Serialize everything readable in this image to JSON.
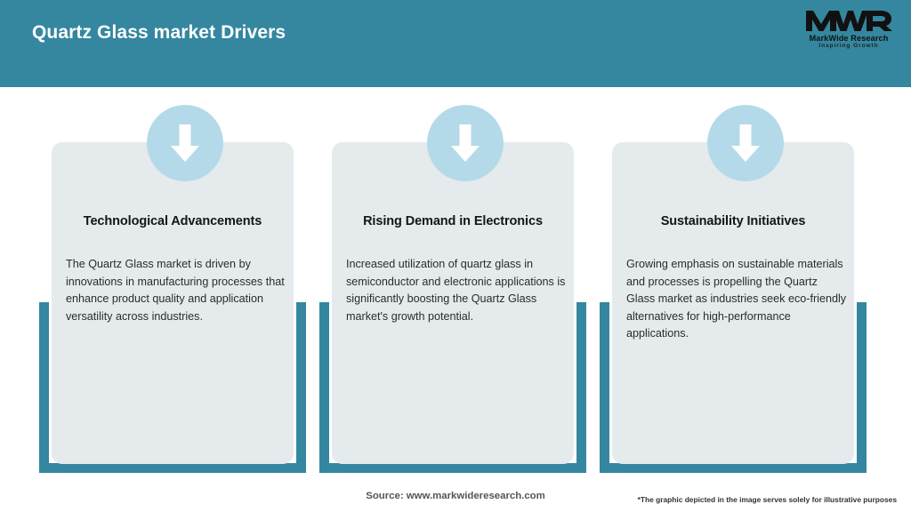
{
  "header": {
    "title": "Quartz Glass market Drivers",
    "background_color": "#34879f",
    "title_color": "#ffffff"
  },
  "logo": {
    "mark": "MWR",
    "name": "MarkWide Research",
    "tagline": "Inspiring Growth"
  },
  "theme": {
    "accent_teal": "#34879f",
    "icon_circle_blue": "#b4dae9",
    "card_background": "#e5eaec",
    "arrow_white": "#ffffff"
  },
  "cards": [
    {
      "icon": "down-arrow-icon",
      "title": "Technological Advancements",
      "body": "The Quartz Glass market is driven by innovations in manufacturing processes that enhance product quality and application versatility across industries."
    },
    {
      "icon": "down-arrow-icon",
      "title": "Rising Demand in Electronics",
      "body": "Increased utilization of quartz glass in semiconductor and electronic applications is significantly boosting the Quartz Glass market's growth potential."
    },
    {
      "icon": "down-arrow-icon",
      "title": "Sustainability Initiatives",
      "body": "Growing emphasis on sustainable materials and processes is propelling the Quartz Glass market as industries seek eco-friendly alternatives for high-performance applications."
    }
  ],
  "footer": {
    "source": "Source: www.markwideresearch.com",
    "note": "*The graphic depicted in the image serves solely for illustrative purposes"
  }
}
